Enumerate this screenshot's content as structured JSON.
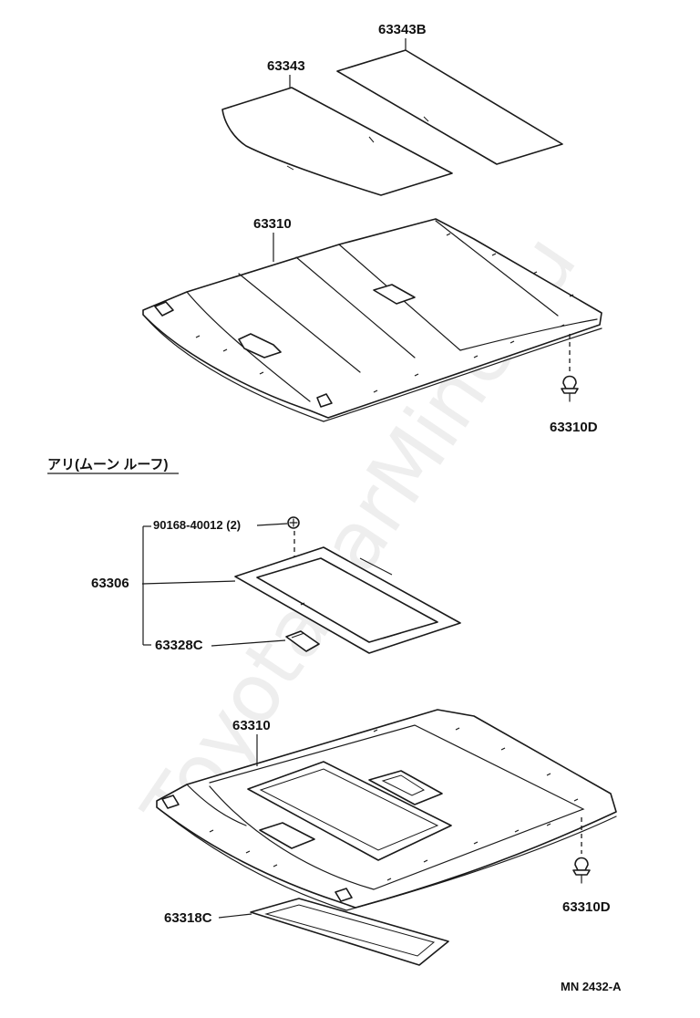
{
  "labels": {
    "panel_63343b": "63343B",
    "panel_63343": "63343",
    "headliner_top": "63310",
    "clip_top": "63310D",
    "section_title": "アリ(ムーン ルーフ)",
    "screw": "90168-40012 (2)",
    "frame": "63306",
    "pad": "63328C",
    "headliner_bottom": "63310",
    "trim": "63318C",
    "clip_bottom": "63310D",
    "figure_code": "MN 2432-A"
  },
  "watermark": "ToyotaCarMine.ru"
}
